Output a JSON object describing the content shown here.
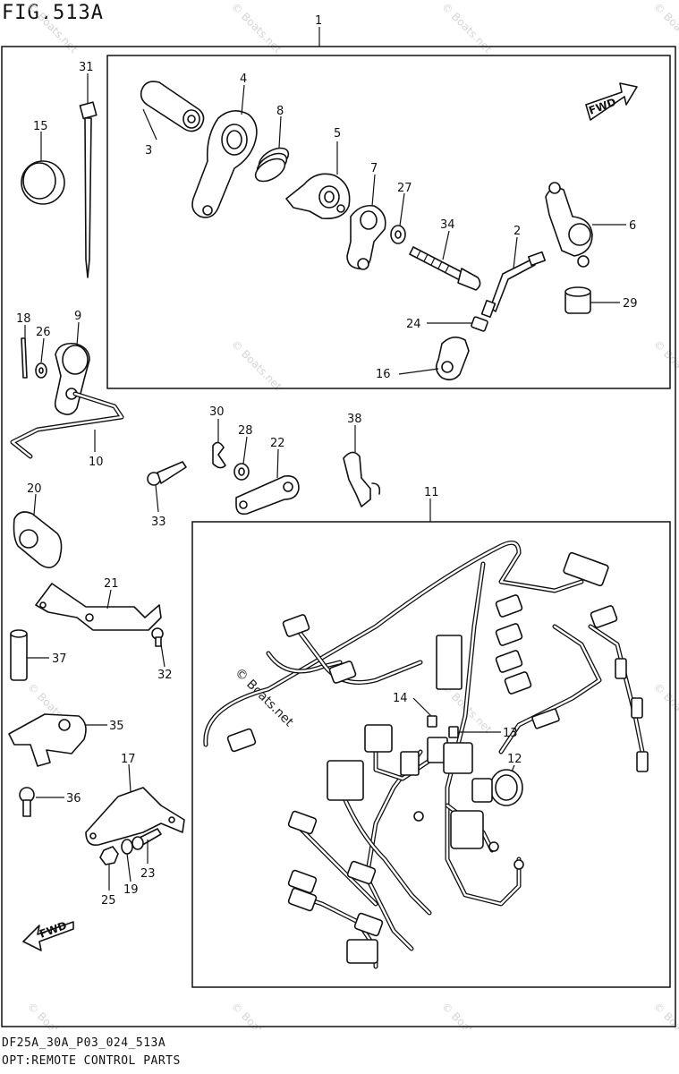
{
  "header": {
    "figure_label": "FIG.513A"
  },
  "footer": {
    "drawing_code": "DF25A_30A_P03_024_513A",
    "section_title": "OPT:REMOTE CONTROL PARTS"
  },
  "badges": {
    "fwd_text": "FWD"
  },
  "watermark": {
    "text": "© Boats.net"
  },
  "callouts": {
    "p1": "1",
    "p2": "2",
    "p3": "3",
    "p4": "4",
    "p5": "5",
    "p6": "6",
    "p7": "7",
    "p8": "8",
    "p9": "9",
    "p10": "10",
    "p11": "11",
    "p12": "12",
    "p13": "13",
    "p14": "14",
    "p15": "15",
    "p16": "16",
    "p17": "17",
    "p18": "18",
    "p19": "19",
    "p20": "20",
    "p21": "21",
    "p22": "22",
    "p23": "23",
    "p24": "24",
    "p25": "25",
    "p26": "26",
    "p27": "27",
    "p28": "28",
    "p29": "29",
    "p30": "30",
    "p31": "31",
    "p32": "32",
    "p33": "33",
    "p34": "34",
    "p35": "35",
    "p36": "36",
    "p37": "37",
    "p38": "38"
  }
}
